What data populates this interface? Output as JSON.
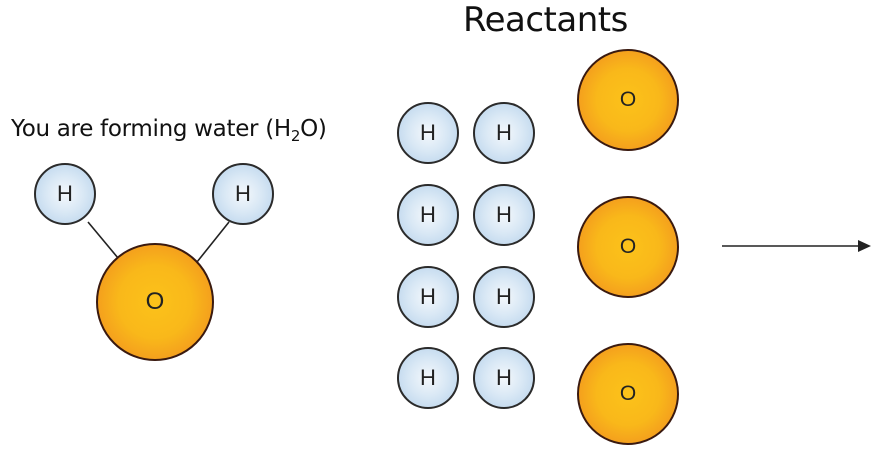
{
  "title": "Reactants",
  "subtitle": {
    "prefix": "You are forming water (H",
    "subscript": "2",
    "suffix": "O)"
  },
  "target_molecule": {
    "name": "water",
    "formula": "H2O",
    "atoms": [
      {
        "symbol": "H",
        "element": "hydrogen"
      },
      {
        "symbol": "H",
        "element": "hydrogen"
      },
      {
        "symbol": "O",
        "element": "oxygen"
      }
    ],
    "bonds": 2
  },
  "reactants": {
    "hydrogen_symbol": "H",
    "oxygen_symbol": "O",
    "hydrogen_rows": [
      [
        "H",
        "H"
      ],
      [
        "H",
        "H"
      ],
      [
        "H",
        "H"
      ],
      [
        "H",
        "H"
      ]
    ],
    "oxygen_atoms": [
      "O",
      "O",
      "O"
    ],
    "hydrogen_count": 8,
    "oxygen_count": 3
  },
  "arrow": {
    "direction": "right"
  },
  "colors": {
    "hydrogen_fill": "#cfe1f2",
    "oxygen_fill": "#f9b81a",
    "oxygen_edge": "#e0571f",
    "outline": "#2b2b2b"
  }
}
